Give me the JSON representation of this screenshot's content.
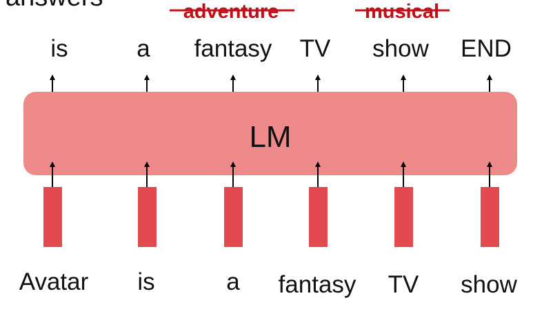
{
  "header": {
    "cutoff_text": "answers"
  },
  "alternatives": [
    {
      "text": "adventure",
      "color": "#c0101a"
    },
    {
      "text": "musical",
      "color": "#c0101a"
    }
  ],
  "model": {
    "label": "LM",
    "fill": "#ef8a8a"
  },
  "output_tokens": [
    "is",
    "a",
    "fantasy",
    "TV",
    "show",
    "END"
  ],
  "input_tokens": [
    "Avatar",
    "is",
    "a",
    "fantasy",
    "TV",
    "show"
  ],
  "embedding_color": "#e24a4f"
}
